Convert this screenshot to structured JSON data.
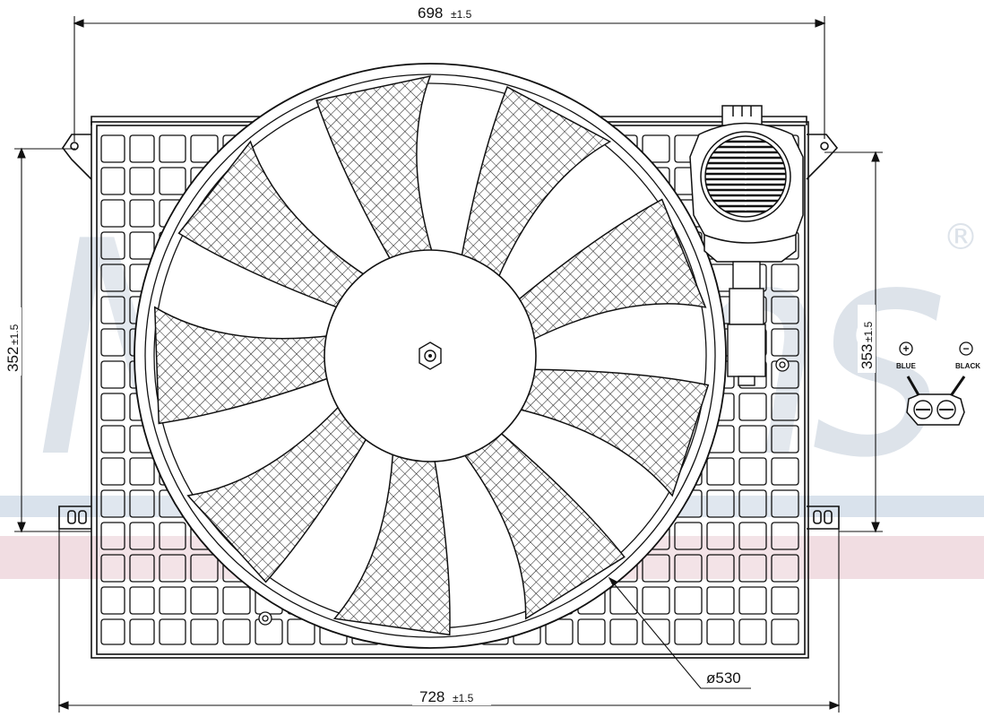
{
  "watermark": {
    "text": "Nissens",
    "registered": "®"
  },
  "dimensions": {
    "top_width": "698",
    "top_width_tol": "±1.5",
    "bottom_width": "728",
    "bottom_width_tol": "±1.5",
    "left_height": "352",
    "left_height_tol": "±1.5",
    "right_height": "353",
    "right_height_tol": "±1.5",
    "fan_diameter": "ø530"
  },
  "connector": {
    "positive_symbol": "+",
    "negative_symbol": "−",
    "positive_label": "BLUE",
    "negative_label": "BLACK"
  },
  "colors": {
    "line": "#111111",
    "watermark": "#dde3ea",
    "band_blue": "#d9e2ec",
    "band_pink": "#f1dde2"
  },
  "fan": {
    "blade_count": 9
  }
}
